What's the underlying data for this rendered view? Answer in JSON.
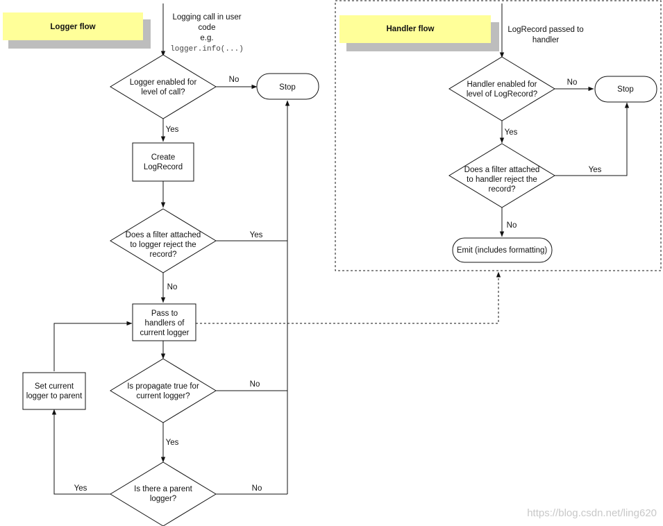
{
  "logger_flow": {
    "title": "Logger flow",
    "entry": [
      "Logging call in user",
      "code",
      "e.g.",
      "logger.info(...)"
    ],
    "decision_enabled": [
      "Logger enabled for",
      "level of call?"
    ],
    "stop": "Stop",
    "create_record": [
      "Create",
      "LogRecord"
    ],
    "decision_filter": [
      "Does a filter attached",
      "to logger reject the",
      "record?"
    ],
    "pass_to_handlers": [
      "Pass to",
      "handlers of",
      "current logger"
    ],
    "decision_propagate": [
      "Is propagate true for",
      "current logger?"
    ],
    "decision_parent": [
      "Is there a parent",
      "logger?"
    ],
    "set_parent": [
      "Set current",
      "logger to parent"
    ],
    "labels": {
      "enabled_no": "No",
      "enabled_yes": "Yes",
      "filter_yes": "Yes",
      "filter_no": "No",
      "propagate_no": "No",
      "propagate_yes": "Yes",
      "parent_yes": "Yes",
      "parent_no": "No"
    }
  },
  "handler_flow": {
    "title": "Handler flow",
    "entry": [
      "LogRecord passed to",
      "handler"
    ],
    "decision_enabled": [
      "Handler enabled for",
      "level of LogRecord?"
    ],
    "stop": "Stop",
    "decision_filter": [
      "Does a filter attached",
      "to handler reject the",
      "record?"
    ],
    "emit": "Emit (includes formatting)",
    "labels": {
      "enabled_no": "No",
      "enabled_yes": "Yes",
      "filter_yes": "Yes",
      "filter_no": "No"
    }
  },
  "watermark": "https://blog.csdn.net/ling620"
}
